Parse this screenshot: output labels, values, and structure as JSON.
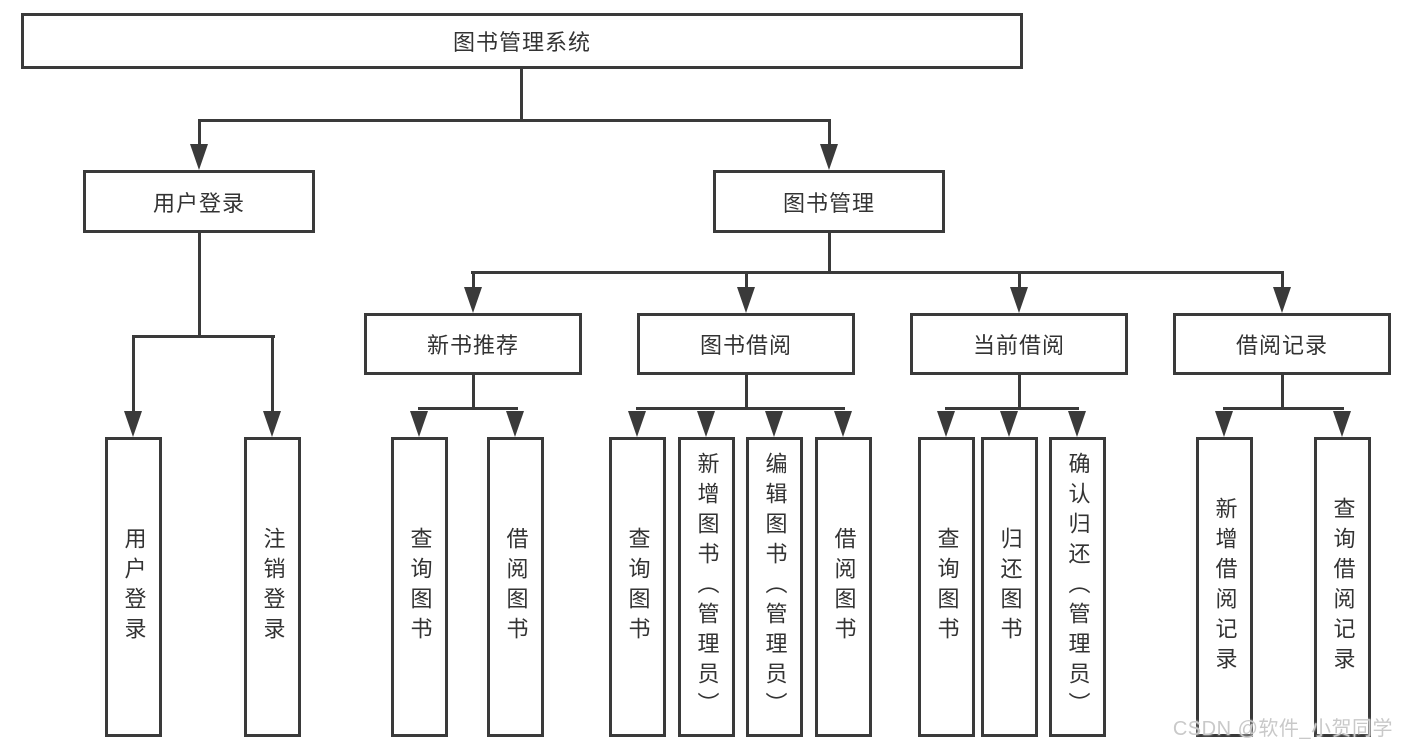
{
  "diagram": {
    "root": {
      "label": "图书管理系统"
    },
    "user_branch": {
      "label": "用户登录",
      "children": [
        {
          "label": "用户登录"
        },
        {
          "label": "注销登录"
        }
      ]
    },
    "book_branch": {
      "label": "图书管理",
      "sections": [
        {
          "label": "新书推荐",
          "children": [
            {
              "label": "查询图书"
            },
            {
              "label": "借阅图书"
            }
          ]
        },
        {
          "label": "图书借阅",
          "children": [
            {
              "label": "查询图书"
            },
            {
              "label": "新增图书（管理员）"
            },
            {
              "label": "编辑图书（管理员）"
            },
            {
              "label": "借阅图书"
            }
          ]
        },
        {
          "label": "当前借阅",
          "children": [
            {
              "label": "查询图书"
            },
            {
              "label": "归还图书"
            },
            {
              "label": "确认归还（管理员）"
            }
          ]
        },
        {
          "label": "借阅记录",
          "children": [
            {
              "label": "新增借阅记录"
            },
            {
              "label": "查询借阅记录"
            }
          ]
        }
      ]
    },
    "watermark": "CSDN @软件_小贺同学",
    "colors": {
      "line": "#3a3a3a",
      "text": "#333333",
      "watermark": "#c9c9c9",
      "background": "#ffffff"
    }
  }
}
